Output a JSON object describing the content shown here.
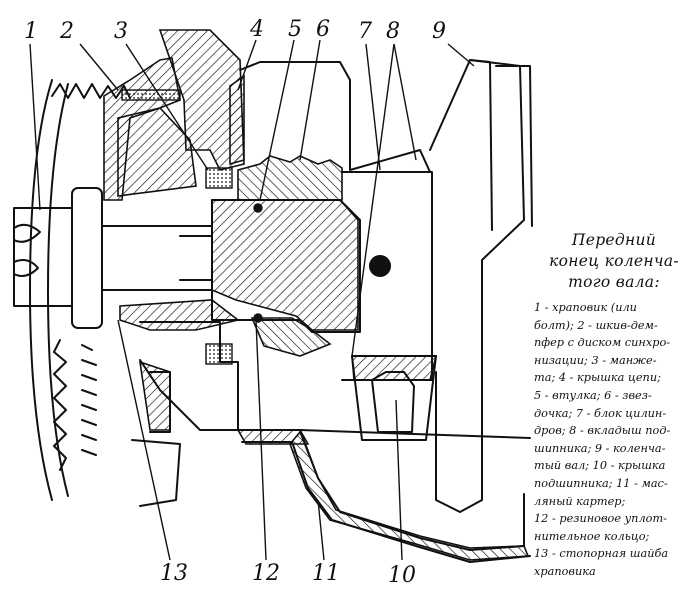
{
  "callouts": [
    "1",
    "2",
    "3",
    "4",
    "5",
    "6",
    "7",
    "8",
    "9",
    "10",
    "11",
    "12",
    "13"
  ],
  "caption": {
    "title_lines": [
      "Передний",
      "конец коленча-",
      "того вала:"
    ],
    "body_lines": [
      "1 - храповик (или",
      "болт); 2 - шкив-дем-",
      "пфер с диском синхро-",
      "низации; 3 - манже-",
      "та; 4 - крышка цепи;",
      "5 - втулка; 6 - звез-",
      "дочка; 7 - блок цилин-",
      "дров; 8 - вкладыш под-",
      "шипника; 9 - коленча-",
      "тый вал; 10 - крышка",
      "подшипника; 11 - мас-",
      "ляный картер;",
      "12 - резиновое уплот-",
      "нительное кольцо;",
      "13 - стопорная шайба",
      "храповика"
    ]
  }
}
